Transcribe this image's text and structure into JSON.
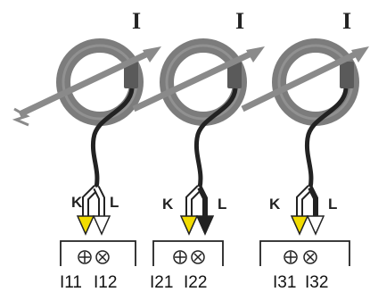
{
  "colors": {
    "ring": "#7c7c7c",
    "ring_highlight": "#a6a6a6",
    "conductor": "#8a8a8a",
    "sensor_body": "#5a5a5a",
    "cable_dark": "#222222",
    "arrow_k_fill": "#f2dc00",
    "arrow_l_fill": "#ffffff",
    "outline": "#222222"
  },
  "sensors": [
    {
      "current_label": "I",
      "k_label": "K",
      "l_label": "L",
      "terminals": [
        "I11",
        "I12"
      ]
    },
    {
      "current_label": "I",
      "k_label": "K",
      "l_label": "L",
      "terminals": [
        "I21",
        "I22"
      ]
    },
    {
      "current_label": "I",
      "k_label": "K",
      "l_label": "L",
      "terminals": [
        "I31",
        "I32"
      ]
    }
  ],
  "icons": [
    "flexible-current-probe-icon",
    "terminal-screw-icon",
    "current-direction-arrow-icon"
  ]
}
